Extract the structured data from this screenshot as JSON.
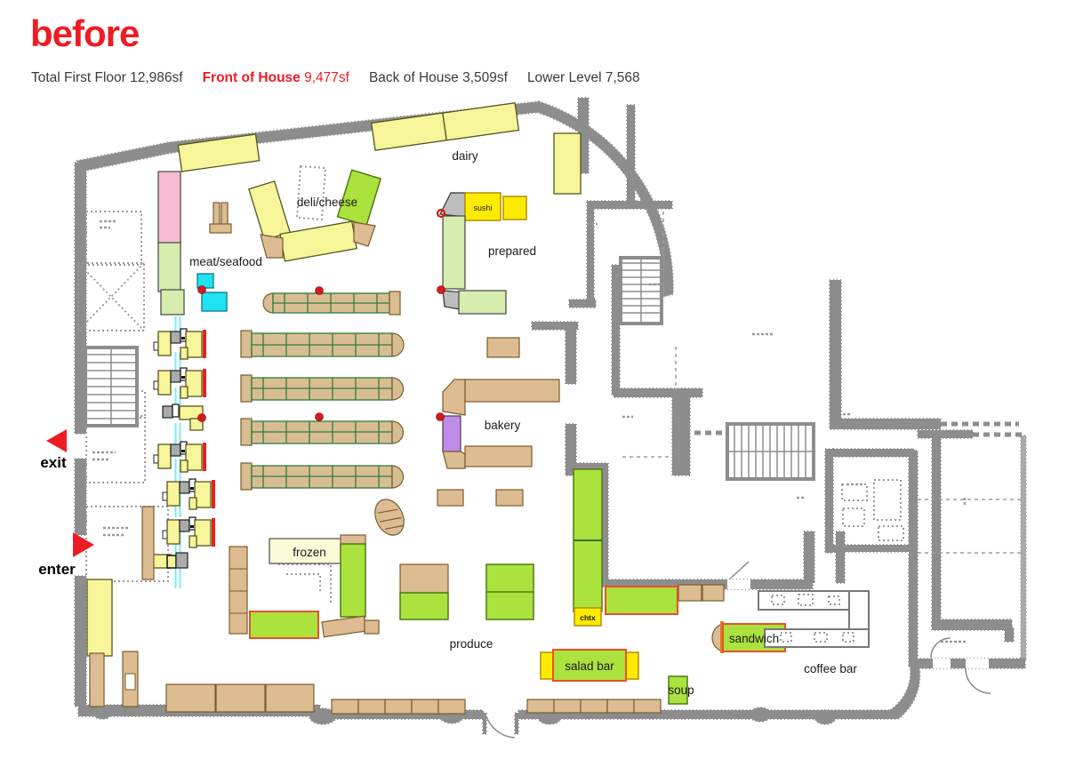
{
  "page": {
    "title": "before"
  },
  "stats": {
    "total_first_floor": "Total First Floor 12,986sf",
    "front_of_house_label": "Front of House",
    "front_of_house_value": "9,477sf",
    "back_of_house": "Back of House 3,509sf",
    "lower_level": "Lower Level 7,568"
  },
  "areas": {
    "dairy": "dairy",
    "deli_cheese": "deli/cheese",
    "meat_seafood": "meat/seafood",
    "prepared": "prepared",
    "sushi": "sushi",
    "bakery": "bakery",
    "frozen": "frozen",
    "produce": "produce",
    "salad_bar": "salad bar",
    "sandwich": "sandwich",
    "soup": "soup",
    "coffee_bar": "coffee bar",
    "chtx": "chtx"
  },
  "circulation": {
    "exit": "exit",
    "enter": "enter"
  },
  "colors": {
    "accent_red": "#ED1C24",
    "wall_gray": "#8D8D8D",
    "case_yellow": "#F7F59A",
    "bright_yellow": "#FFEB00",
    "produce_green": "#ABE23E",
    "light_green": "#D5EDAD",
    "tan": "#DCBC90",
    "pink": "#F5BCD2",
    "purple": "#C08BE8",
    "cyan": "#21E2F0",
    "frozen_cream": "#FCFAD8"
  }
}
